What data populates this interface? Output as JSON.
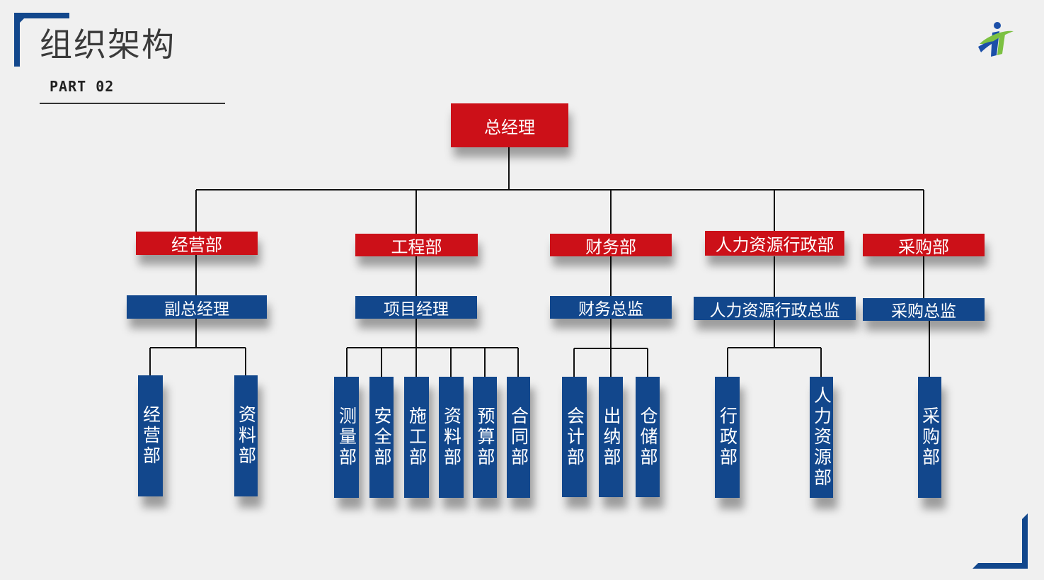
{
  "header": {
    "title": "组织架构",
    "subtitle": "PART 02"
  },
  "colors": {
    "red": "#cc1018",
    "blue": "#12478c"
  },
  "org": {
    "root": "总经理",
    "departments": [
      {
        "name": "经营部",
        "head": "副总经理",
        "units": [
          "经营部",
          "资料部"
        ]
      },
      {
        "name": "工程部",
        "head": "项目经理",
        "units": [
          "测量部",
          "安全部",
          "施工部",
          "资料部",
          "预算部",
          "合同部"
        ]
      },
      {
        "name": "财务部",
        "head": "财务总监",
        "units": [
          "会计部",
          "出纳部",
          "仓储部"
        ]
      },
      {
        "name": "人力资源行政部",
        "head": "人力资源行政总监",
        "units": [
          "行政部",
          "人力资源部"
        ]
      },
      {
        "name": "采购部",
        "head": "采购总监",
        "units": [
          "采购部"
        ]
      }
    ]
  }
}
